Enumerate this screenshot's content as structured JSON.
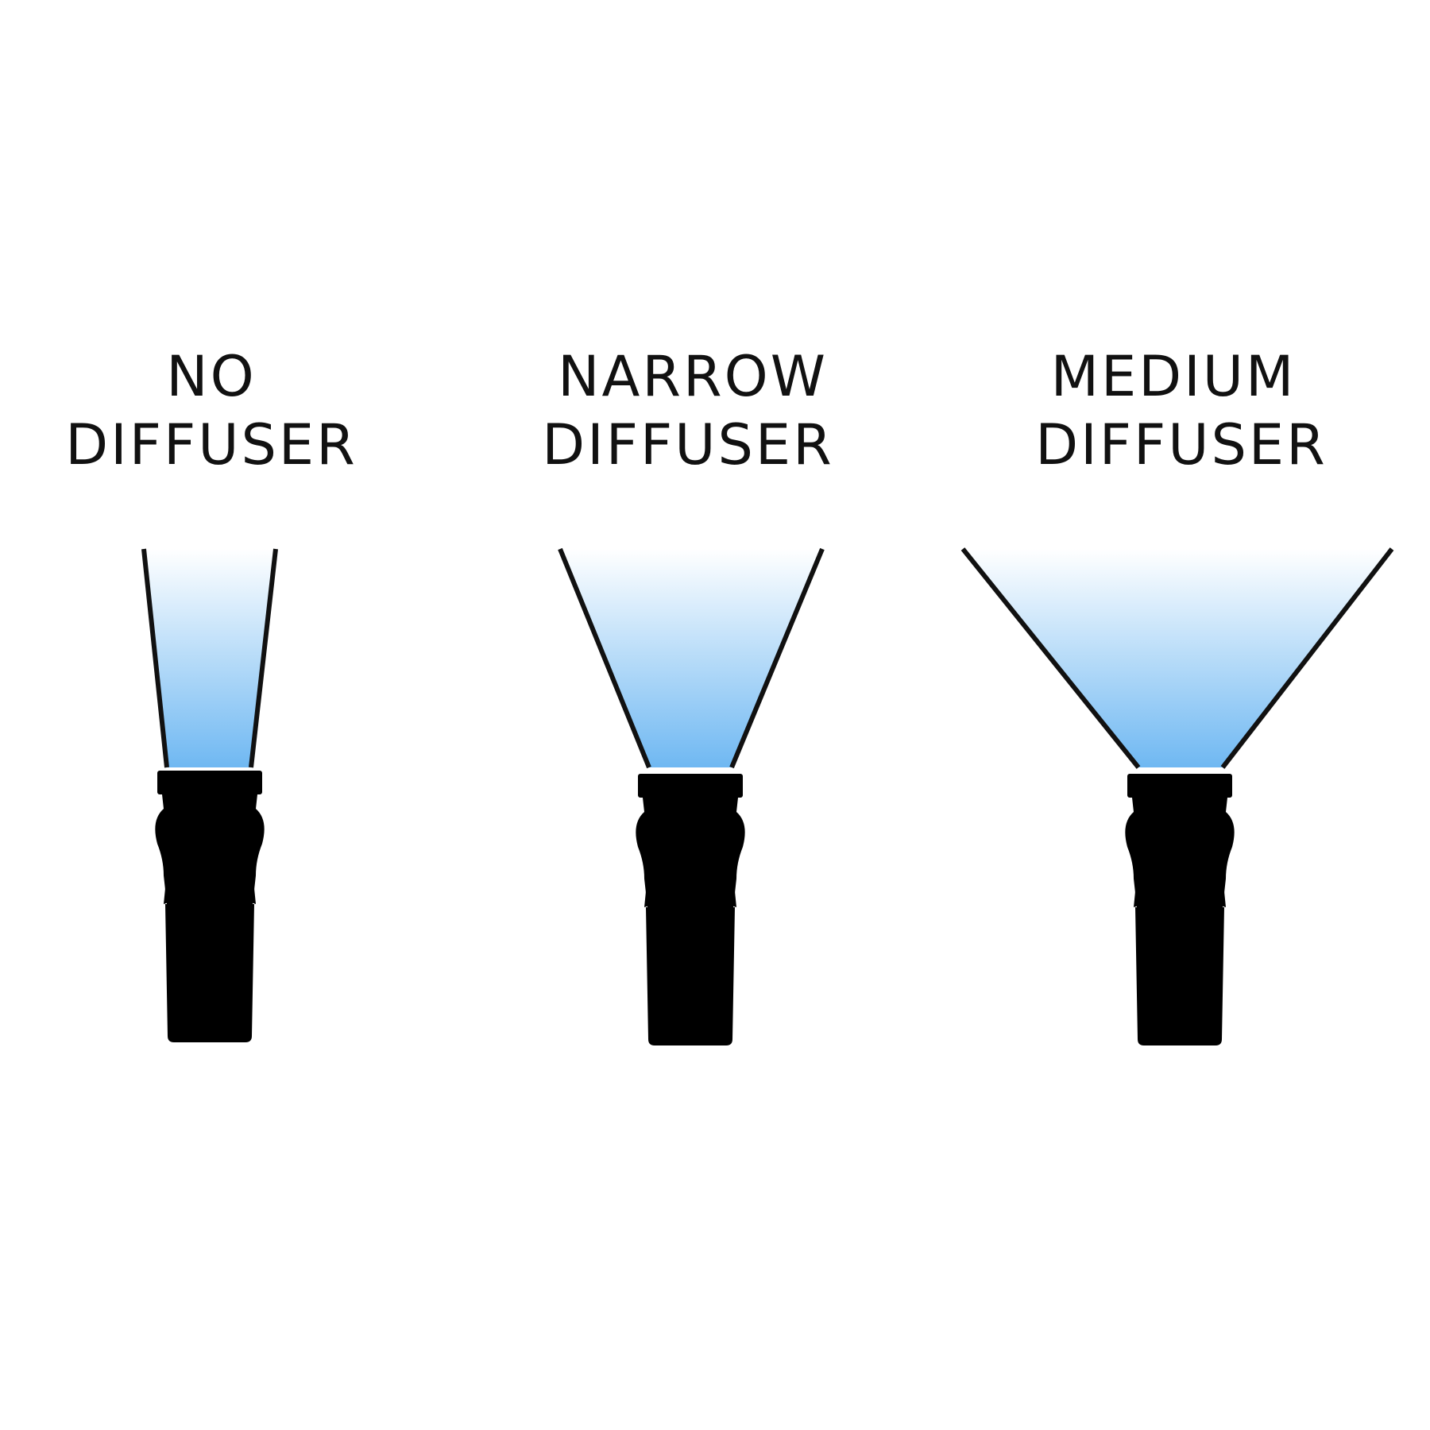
{
  "panels": [
    {
      "id": "no-diffuser",
      "label_line1": "NO",
      "label_line2": "DIFFUSER"
    },
    {
      "id": "narrow-diffuser",
      "label_line1": "NARROW",
      "label_line2": "DIFFUSER"
    },
    {
      "id": "medium-diffuser",
      "label_line1": "MEDIUM",
      "label_line2": "DIFFUSER"
    }
  ],
  "colors": {
    "beam_top": "#ffffff",
    "beam_bottom": "#6fb8f2",
    "outline": "#111111",
    "background": "#ffffff"
  },
  "icons": [
    "flashlight-icon",
    "lightning-logo-icon"
  ]
}
